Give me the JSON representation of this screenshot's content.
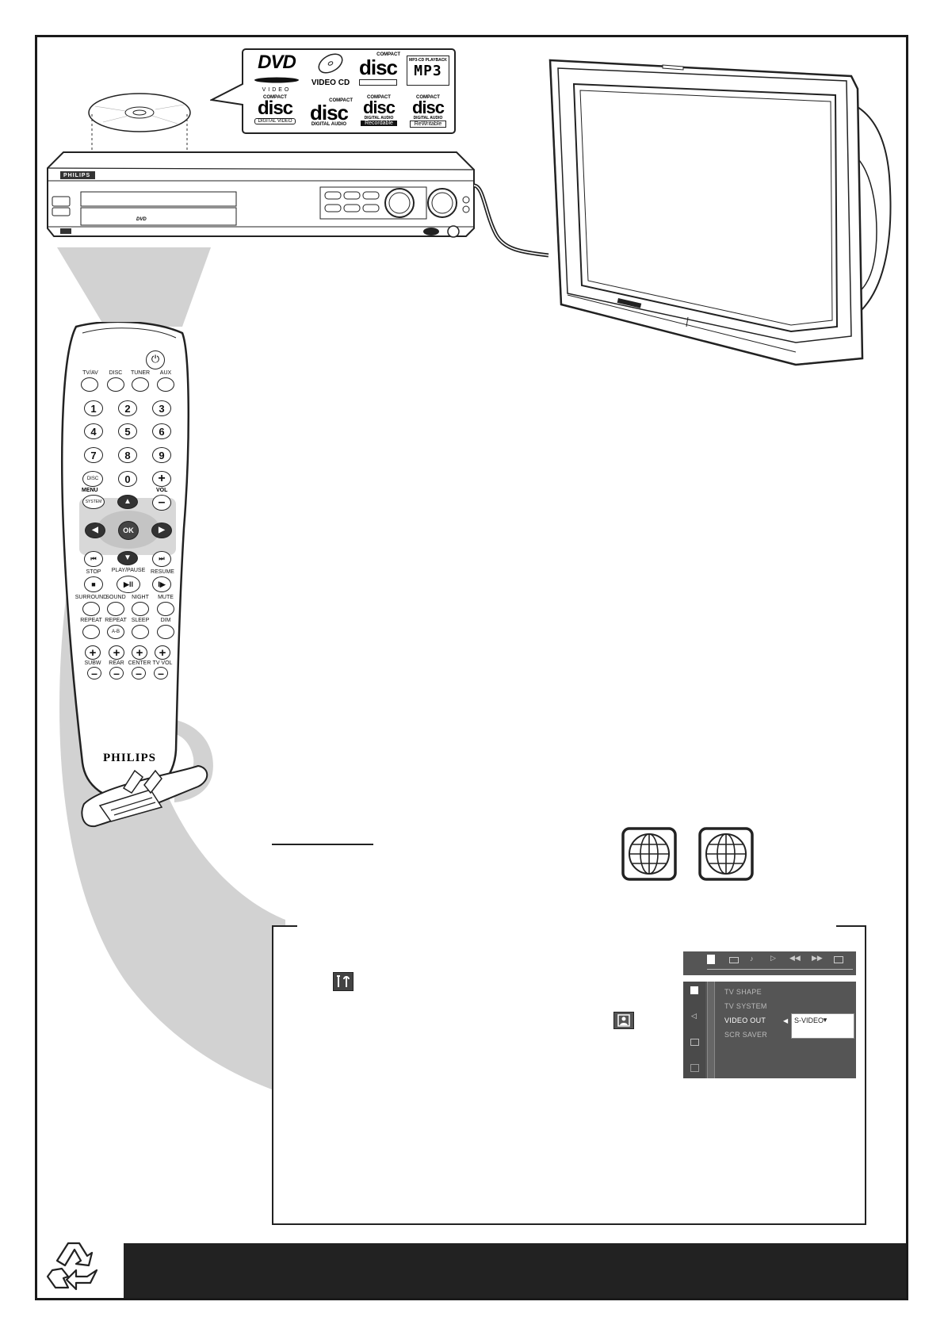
{
  "disc_logos": {
    "dvd_video": {
      "main": "DVD",
      "sub": "VIDEO"
    },
    "video_cd": "VIDEO CD",
    "compact_disc": {
      "top": "COMPACT",
      "main": "disc"
    },
    "mp3_cd": {
      "top": "MP3-CD PLAYBACK",
      "main": "MP3"
    },
    "digital_video": {
      "top": "COMPACT",
      "main": "disc",
      "sub": "DIGITAL VIDEO"
    },
    "digital_audio": {
      "top": "COMPACT",
      "main": "disc",
      "sub": "DIGITAL AUDIO"
    },
    "recordable": {
      "top": "COMPACT",
      "main": "disc",
      "sub1": "DIGITAL AUDIO",
      "sub2": "Recordable"
    },
    "rewritable": {
      "top": "COMPACT",
      "main": "disc",
      "sub1": "DIGITAL AUDIO",
      "sub2": "ReWritable"
    }
  },
  "player": {
    "brand": "PHILIPS",
    "tray_label": "DVD"
  },
  "remote": {
    "brand": "PHILIPS",
    "source_labels": [
      "TV/AV",
      "DISC",
      "TUNER",
      "AUX"
    ],
    "digits": [
      "1",
      "2",
      "3",
      "4",
      "5",
      "6",
      "7",
      "8",
      "9",
      "0"
    ],
    "disc_menu": {
      "top": "DISC",
      "bottom": "MENU"
    },
    "vol": "VOL",
    "system": "SYSTEM",
    "ok": "OK",
    "stop": "STOP",
    "play_pause": "PLAY/PAUSE",
    "resume": "RESUME",
    "row_labels_1": [
      "SURROUND",
      "SOUND",
      "NIGHT",
      "MUTE"
    ],
    "row_labels_2": [
      "REPEAT",
      "REPEAT",
      "SLEEP",
      "DIM"
    ],
    "repeat_ab": "A-B",
    "level_labels": [
      "SUBW",
      "REAR",
      "CENTER",
      "TV VOL"
    ]
  },
  "osd": {
    "menu_items": [
      "TV SHAPE",
      "TV SYSTEM",
      "VIDEO OUT",
      "SCR SAVER"
    ],
    "selected_value": "S-VIDEO"
  }
}
